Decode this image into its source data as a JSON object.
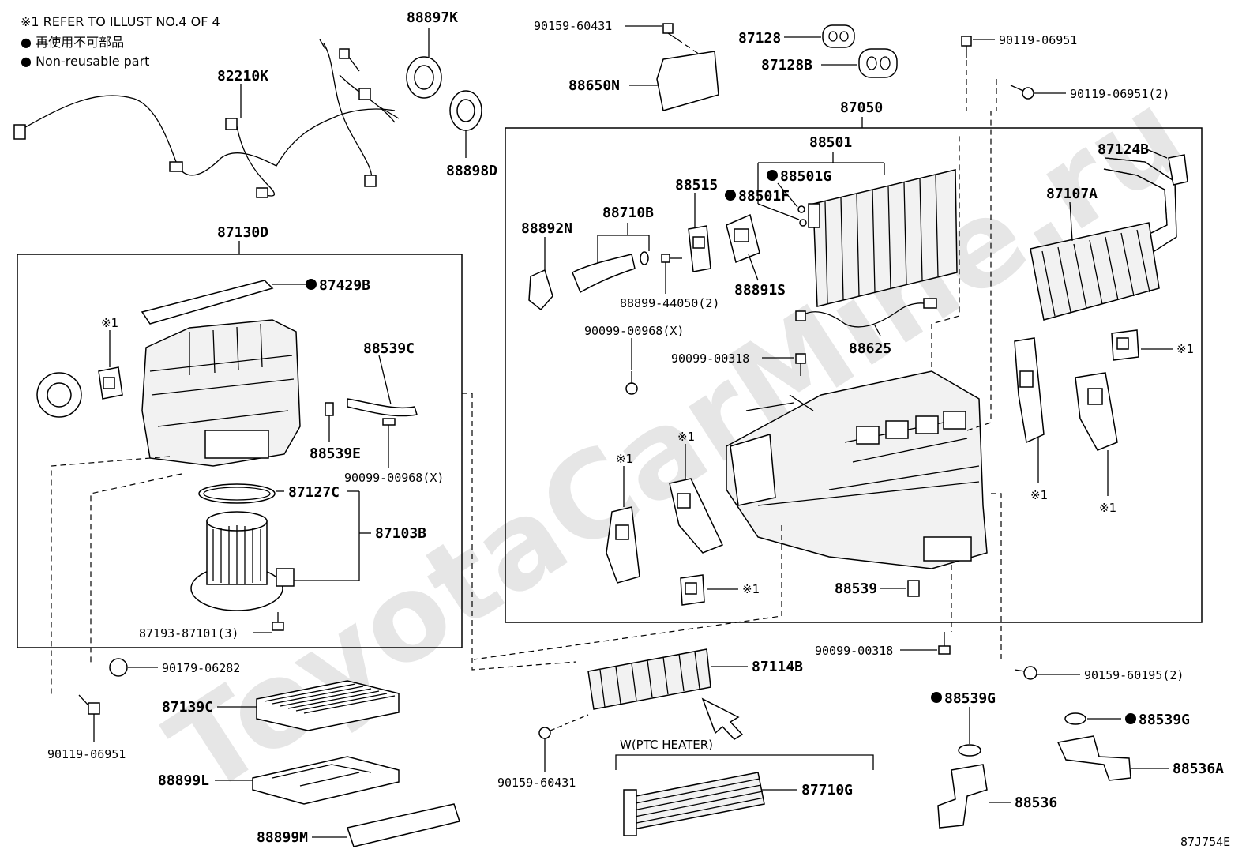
{
  "notes": {
    "refer": "※1 REFER TO ILLUST NO.4 OF 4",
    "jp": "再使用不可部品",
    "en": "Non-reusable part"
  },
  "watermark": "ToyotaCarMine.ru",
  "diagram_id": "87J754E",
  "labels": {
    "p82210K": "82210K",
    "p88897K": "88897K",
    "p88898D": "88898D",
    "p87130D": "87130D",
    "p87429B": "87429B",
    "ref_a": "※1",
    "p88539C": "88539C",
    "p88539E": "88539E",
    "p90099_00968X_a": "90099-00968(X)",
    "p87127C": "87127C",
    "p87103B": "87103B",
    "p87193": "87193-87101(3)",
    "p90179": "90179-06282",
    "p87139C": "87139C",
    "p90119_a": "90119-06951",
    "p88899L": "88899L",
    "p88899M": "88899M",
    "p90159_60431_top": "90159-60431",
    "p88650N": "88650N",
    "p87128": "87128",
    "p87128B": "87128B",
    "p90119_b": "90119-06951",
    "p90119_c": "90119-06951(2)",
    "p87050": "87050",
    "p88501": "88501",
    "p88501G": "88501G",
    "p88501F": "88501F",
    "p88515": "88515",
    "p88710B": "88710B",
    "p88892N": "88892N",
    "p88891S": "88891S",
    "p88899_44050": "88899-44050(2)",
    "p87124B": "87124B",
    "p87107A": "87107A",
    "p90099_00968X_b": "90099-00968(X)",
    "p90099_00318_a": "90099-00318",
    "p88625": "88625",
    "ref_b": "※1",
    "ref_c": "※1",
    "ref_d": "※1",
    "ref_e": "※1",
    "ref_f": "※1",
    "ref_g": "※1",
    "p88539": "88539",
    "p90099_00318_b": "90099-00318",
    "p87114B": "87114B",
    "p90159_60195": "90159-60195(2)",
    "p88539G_a": "88539G",
    "p88539G_b": "88539G",
    "p88536A": "88536A",
    "p88536": "88536",
    "p90159_60431_bot": "90159-60431",
    "w_ptc": "W(PTC HEATER)",
    "p87710G": "87710G"
  }
}
